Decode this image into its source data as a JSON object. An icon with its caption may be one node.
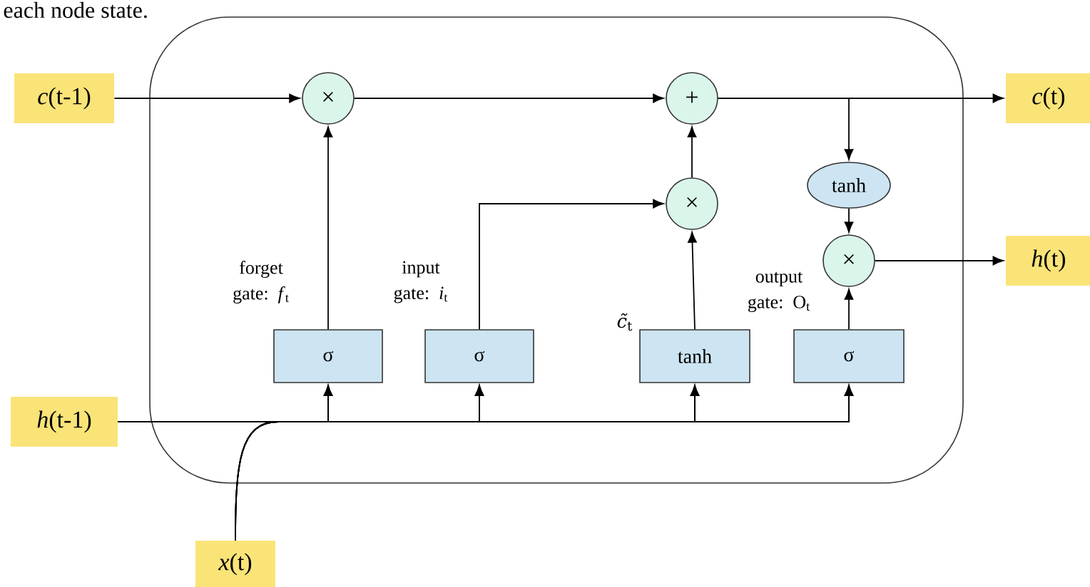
{
  "diagram": {
    "nodes": [
      {
        "text": [],
        "shape": "box"
      },
      {
        "text": [
          "*c*(t-1)"
        ]
      },
      {
        "text": [
          "×"
        ],
        "in": 0
      },
      {
        "text": [
          "+"
        ],
        "in": 0
      },
      {
        "text": [
          "×"
        ],
        "in": 0
      },
      {
        "text": [
          "tanh"
        ],
        "in": 0
      },
      {
        "text": [
          "×"
        ],
        "in": 0
      },
      {
        "text": [
          "*c*(t)"
        ]
      },
      {
        "text": [
          "*h*(t)"
        ]
      },
      {
        "text": [
          "σ"
        ],
        "in": 0,
        "beside": [
          "forget gate: *f*$_{t}$"
        ]
      },
      {
        "text": [
          "σ"
        ],
        "in": 0,
        "beside": [
          "input gate: *i*$_{t}$"
        ]
      },
      {
        "text": [
          "tanh"
        ],
        "in": 0,
        "beside": [
          "*c̃*$_{t}$"
        ]
      },
      {
        "text": [
          "σ"
        ],
        "in": 0,
        "beside": [
          "output gate: O$_{t}$"
        ]
      },
      {
        "text": [
          "*h*(t-1)"
        ]
      },
      {
        "text": [
          "*x*(t)"
        ]
      }
    ],
    "edges": [
      {
        "from": 1,
        "to": 2,
        "arrow": "to"
      },
      {
        "from": 2,
        "to": 3,
        "arrow": "to"
      },
      {
        "from": 3,
        "to": 7,
        "arrow": "to"
      },
      {
        "from": 3,
        "to": 5,
        "arrow": "to"
      },
      {
        "from": 5,
        "to": 6,
        "arrow": "to"
      },
      {
        "from": 6,
        "to": 8,
        "arrow": "to"
      },
      {
        "from": 9,
        "to": 2,
        "arrow": "to"
      },
      {
        "from": 10,
        "to": 4,
        "arrow": "to"
      },
      {
        "from": 11,
        "to": 4,
        "arrow": "to"
      },
      {
        "from": 4,
        "to": 3,
        "arrow": "to"
      },
      {
        "from": 12,
        "to": 6,
        "arrow": "to"
      },
      {
        "from": 13,
        "to": 9,
        "arrow": "to"
      },
      {
        "from": 13,
        "to": 10,
        "arrow": "to"
      },
      {
        "from": 13,
        "to": 11,
        "arrow": "to"
      },
      {
        "from": 13,
        "to": 12,
        "arrow": "to"
      },
      {
        "from": 14,
        "to": 9,
        "arrow": "to"
      },
      {
        "from": 14,
        "to": 10,
        "arrow": "to"
      },
      {
        "from": 14,
        "to": 11,
        "arrow": "to"
      },
      {
        "from": 14,
        "to": 12,
        "arrow": "to"
      }
    ],
    "labels": [
      "each node state."
    ]
  }
}
